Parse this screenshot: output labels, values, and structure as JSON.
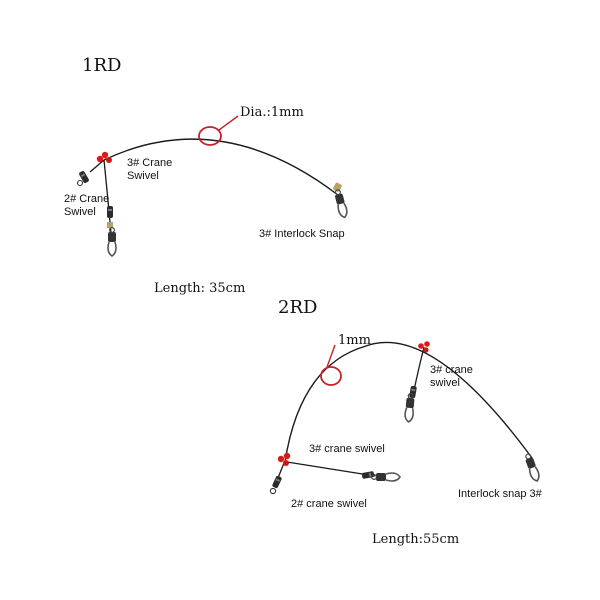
{
  "rig_1": {
    "title": "1RD",
    "diameter_label": "Dia.:1mm",
    "length_label": "Length: 35cm",
    "parts": {
      "crane_swivel_3": "3# Crane\nSwivel",
      "crane_swivel_2": "2# Crane\nSwivel",
      "interlock_snap": "3# Interlock Snap"
    }
  },
  "rig_2": {
    "title": "2RD",
    "diameter_label": "1mm",
    "length_label": "Length:55cm",
    "parts": {
      "crane_swivel_3_top": "3# crane\nswivel",
      "crane_swivel_3_left": "3# crane swivel",
      "crane_swivel_2": "2# crane swivel",
      "interlock_snap": "Interlock snap 3#"
    }
  },
  "colors": {
    "wire": "#1a1a1a",
    "bead": "#e01818",
    "highlight_circle": "#c8202a",
    "background": "#ffffff"
  }
}
